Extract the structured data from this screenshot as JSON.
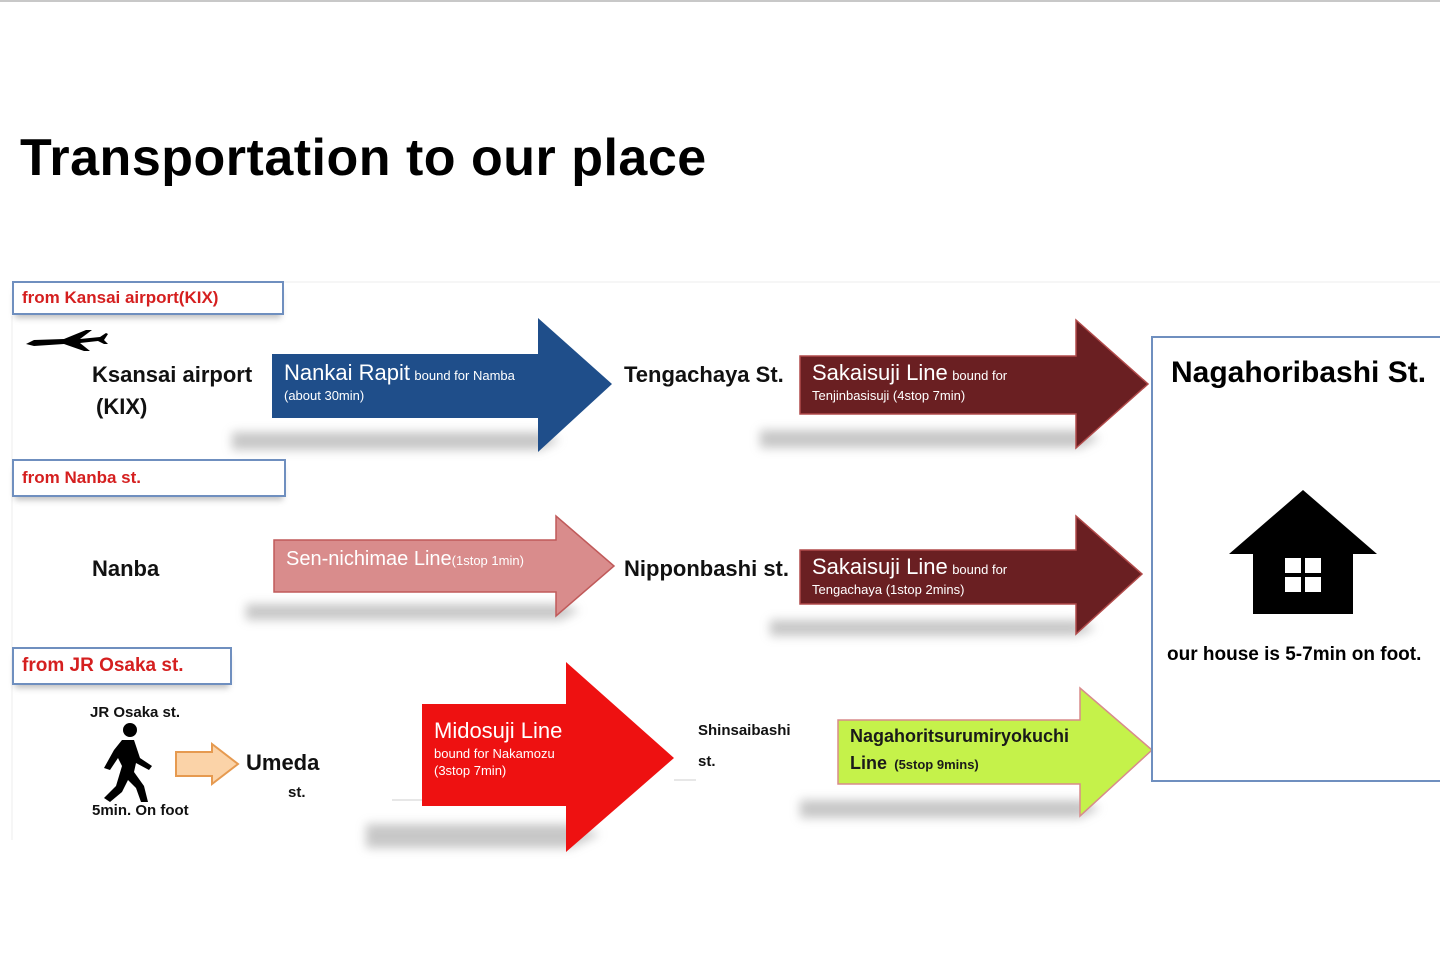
{
  "title": "Transportation to our place",
  "sections": {
    "kix": "from Kansai airport(KIX)",
    "nanba": "from Nanba st.",
    "jr": "from JR Osaka st."
  },
  "stations": {
    "kix_line1": "Ksansai airport",
    "kix_line2": "(KIX)",
    "tengachaya": "Tengachaya St.",
    "nanba": "Nanba",
    "nipponbashi": "Nipponbashi st.",
    "jr_osaka": "JR Osaka st.",
    "walk": "5min. On foot",
    "umeda": "Umeda",
    "umeda_st": "st.",
    "shinsaibashi": "Shinsaibashi",
    "shinsaibashi_st": "st."
  },
  "routes": {
    "nankai": {
      "name": "Nankai Rapit",
      "bound": "bound for Namba",
      "detail": "(about 30min)",
      "color": "#1f4e8a"
    },
    "sakaisuji1": {
      "name": "Sakaisuji Line",
      "bound": "bound for",
      "detail": "Tenjinbasisuji (4stop 7min)",
      "color": "#6a1f22"
    },
    "sennichimae": {
      "name": "Sen-nichimae Line",
      "detail": "(1stop 1min)",
      "color": "#d98c8c"
    },
    "sakaisuji2": {
      "name": "Sakaisuji Line",
      "bound": "bound for",
      "detail": "Tengachaya (1stop 2mins)",
      "color": "#6a1f22"
    },
    "midosuji": {
      "name": "Midosuji Line",
      "bound": "bound for Nakamozu",
      "detail": "(3stop 7min)",
      "color": "#ee1111"
    },
    "nagahori": {
      "name": "Nagahoritsurumiryokuchi",
      "name2": "Line",
      "detail": "(5stop 9mins)",
      "color": "#c5f24a"
    }
  },
  "destination": {
    "name": "Nagahoribashi St.",
    "note": "our house is 5-7min on foot."
  },
  "icons": [
    "airplane-icon",
    "walking-person-icon",
    "house-icon"
  ]
}
